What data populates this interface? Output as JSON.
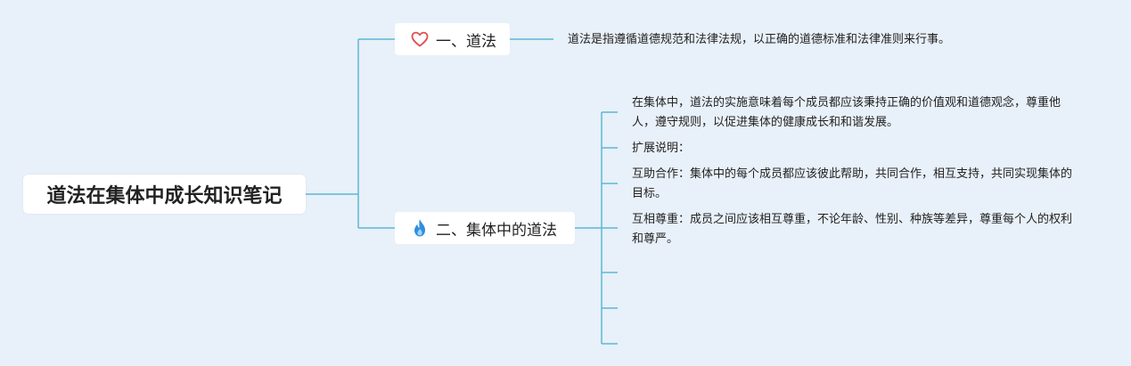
{
  "root": {
    "title": "道法在集体中成长知识笔记"
  },
  "branches": [
    {
      "label": "一、道法",
      "icon": "heart-outline-icon",
      "icon_color": "#e04f4f",
      "note": "道法是指遵循道德规范和法律法规，以正确的道德标准和法律准则来行事。"
    },
    {
      "label": "二、集体中的道法",
      "icon": "flame-icon",
      "icon_color": "#2f8fe0",
      "children": [
        "在集体中，道法的实施意味着每个成员都应该秉持正确的价值观和道德观念，尊重他人，遵守规则，以促进集体的健康成长和和谐发展。",
        "扩展说明：",
        "互助合作：集体中的每个成员都应该彼此帮助，共同合作，相互支持，共同实现集体的目标。",
        "互相尊重：成员之间应该相互尊重，不论年龄、性别、种族等差异，尊重每个人的权利和尊严。"
      ]
    }
  ],
  "colors": {
    "connector": "#5ab8d6",
    "background": "#e8f0f9",
    "node_fill": "#ffffff"
  }
}
